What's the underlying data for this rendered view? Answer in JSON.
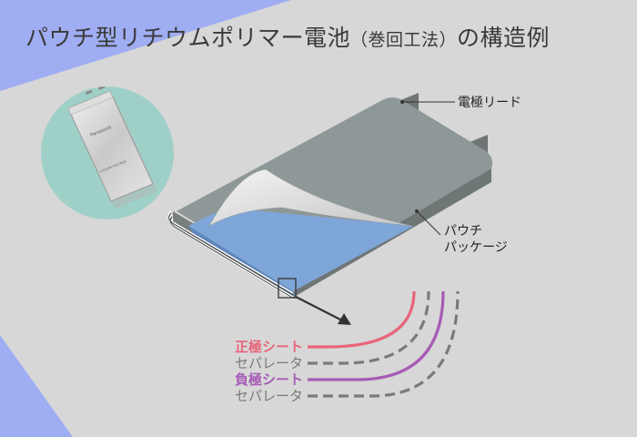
{
  "title": {
    "main": "パウチ型リチウムポリマー電池",
    "sub": "（巻回工法）",
    "tail": "の構造例"
  },
  "labels": {
    "electrode_lead": "電極リード",
    "pouch_line1": "パウチ",
    "pouch_line2": "パッケージ"
  },
  "photo_label": {
    "brand": "Panasonic",
    "model": "LITHIUM POLYMER"
  },
  "layers": [
    {
      "label": "正極シート",
      "color": "#e8657a",
      "style": "solid",
      "bold": true
    },
    {
      "label": "セパレータ",
      "color": "#7a7a7a",
      "style": "dashed",
      "bold": false
    },
    {
      "label": "負極シート",
      "color": "#a65bb5",
      "style": "solid",
      "bold": true
    },
    {
      "label": "セパレータ",
      "color": "#7a7a7a",
      "style": "dashed",
      "bold": false
    }
  ],
  "colors": {
    "background": "#9fadf3",
    "floor": "#d7d7d7",
    "pouch": "#8f9898",
    "sheet_blue": "#7fa6d8",
    "photo_circle": "#9fd0c7"
  }
}
